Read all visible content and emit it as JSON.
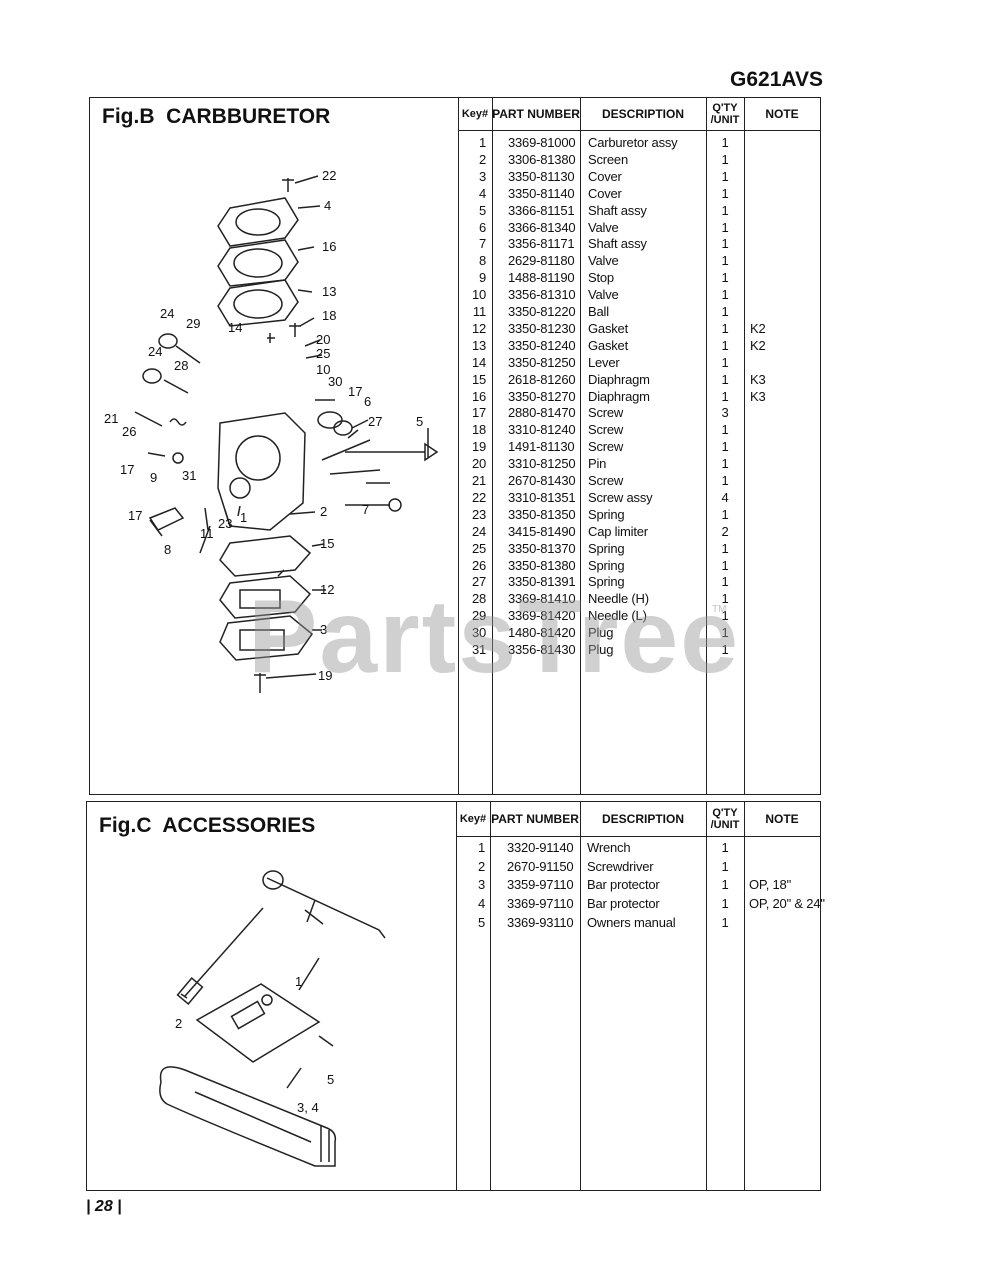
{
  "header": {
    "model": "G621AVS"
  },
  "figB": {
    "title": "Fig.B  CARBBURETOR",
    "columns": {
      "key": "Key#",
      "part": "PART NUMBER",
      "desc": "DESCRIPTION",
      "qty": "Q'TY /UNIT",
      "note": "NOTE"
    },
    "rows": [
      {
        "key": "1",
        "part": "3369-81000",
        "desc": "Carburetor assy",
        "qty": "1",
        "note": ""
      },
      {
        "key": "2",
        "part": "3306-81380",
        "desc": "Screen",
        "qty": "1",
        "note": ""
      },
      {
        "key": "3",
        "part": "3350-81130",
        "desc": "Cover",
        "qty": "1",
        "note": ""
      },
      {
        "key": "4",
        "part": "3350-81140",
        "desc": "Cover",
        "qty": "1",
        "note": ""
      },
      {
        "key": "5",
        "part": "3366-81151",
        "desc": "Shaft assy",
        "qty": "1",
        "note": ""
      },
      {
        "key": "6",
        "part": "3366-81340",
        "desc": "Valve",
        "qty": "1",
        "note": ""
      },
      {
        "key": "7",
        "part": "3356-81171",
        "desc": "Shaft assy",
        "qty": "1",
        "note": ""
      },
      {
        "key": "8",
        "part": "2629-81180",
        "desc": "Valve",
        "qty": "1",
        "note": ""
      },
      {
        "key": "9",
        "part": "1488-81190",
        "desc": "Stop",
        "qty": "1",
        "note": ""
      },
      {
        "key": "10",
        "part": "3356-81310",
        "desc": "Valve",
        "qty": "1",
        "note": ""
      },
      {
        "key": "11",
        "part": "3350-81220",
        "desc": "Ball",
        "qty": "1",
        "note": ""
      },
      {
        "key": "12",
        "part": "3350-81230",
        "desc": "Gasket",
        "qty": "1",
        "note": "K2"
      },
      {
        "key": "13",
        "part": "3350-81240",
        "desc": "Gasket",
        "qty": "1",
        "note": "K2"
      },
      {
        "key": "14",
        "part": "3350-81250",
        "desc": "Lever",
        "qty": "1",
        "note": ""
      },
      {
        "key": "15",
        "part": "2618-81260",
        "desc": "Diaphragm",
        "qty": "1",
        "note": "K3"
      },
      {
        "key": "16",
        "part": "3350-81270",
        "desc": "Diaphragm",
        "qty": "1",
        "note": "K3"
      },
      {
        "key": "17",
        "part": "2880-81470",
        "desc": "Screw",
        "qty": "3",
        "note": ""
      },
      {
        "key": "18",
        "part": "3310-81240",
        "desc": "Screw",
        "qty": "1",
        "note": ""
      },
      {
        "key": "19",
        "part": "1491-81130",
        "desc": "Screw",
        "qty": "1",
        "note": ""
      },
      {
        "key": "20",
        "part": "3310-81250",
        "desc": "Pin",
        "qty": "1",
        "note": ""
      },
      {
        "key": "21",
        "part": "2670-81430",
        "desc": "Screw",
        "qty": "1",
        "note": ""
      },
      {
        "key": "22",
        "part": "3310-81351",
        "desc": "Screw assy",
        "qty": "4",
        "note": ""
      },
      {
        "key": "23",
        "part": "3350-81350",
        "desc": "Spring",
        "qty": "1",
        "note": ""
      },
      {
        "key": "24",
        "part": "3415-81490",
        "desc": "Cap limiter",
        "qty": "2",
        "note": ""
      },
      {
        "key": "25",
        "part": "3350-81370",
        "desc": "Spring",
        "qty": "1",
        "note": ""
      },
      {
        "key": "26",
        "part": "3350-81380",
        "desc": "Spring",
        "qty": "1",
        "note": ""
      },
      {
        "key": "27",
        "part": "3350-81391",
        "desc": "Spring",
        "qty": "1",
        "note": ""
      },
      {
        "key": "28",
        "part": "3369-81410",
        "desc": "Needle (H)",
        "qty": "1",
        "note": ""
      },
      {
        "key": "29",
        "part": "3369-81420",
        "desc": "Needle (L)",
        "qty": "1",
        "note": ""
      },
      {
        "key": "30",
        "part": "1480-81420",
        "desc": "Plug",
        "qty": "1",
        "note": ""
      },
      {
        "key": "31",
        "part": "3356-81430",
        "desc": "Plug",
        "qty": "1",
        "note": ""
      }
    ],
    "callouts": [
      "22",
      "4",
      "16",
      "13",
      "18",
      "24",
      "29",
      "14",
      "20",
      "24",
      "25",
      "28",
      "10",
      "30",
      "17",
      "6",
      "21",
      "26",
      "27",
      "5",
      "17",
      "9",
      "31",
      "2",
      "7",
      "17",
      "23",
      "1",
      "11",
      "8",
      "15",
      "12",
      "3",
      "19"
    ]
  },
  "figC": {
    "title": "Fig.C  ACCESSORIES",
    "columns": {
      "key": "Key#",
      "part": "PART NUMBER",
      "desc": "DESCRIPTION",
      "qty": "Q'TY /UNIT",
      "note": "NOTE"
    },
    "rows": [
      {
        "key": "1",
        "part": "3320-91140",
        "desc": "Wrench",
        "qty": "1",
        "note": ""
      },
      {
        "key": "2",
        "part": "2670-91150",
        "desc": "Screwdriver",
        "qty": "1",
        "note": ""
      },
      {
        "key": "3",
        "part": "3359-97110",
        "desc": "Bar protector",
        "qty": "1",
        "note": "OP, 18\""
      },
      {
        "key": "4",
        "part": "3369-97110",
        "desc": "Bar protector",
        "qty": "1",
        "note": "OP, 20\" & 24\""
      },
      {
        "key": "5",
        "part": "3369-93110",
        "desc": "Owners manual",
        "qty": "1",
        "note": ""
      }
    ],
    "callouts": [
      "1",
      "2",
      "5",
      "3, 4"
    ]
  },
  "footer": {
    "page": "28"
  },
  "watermark": {
    "text": "PartsTree",
    "tm": "TM"
  }
}
